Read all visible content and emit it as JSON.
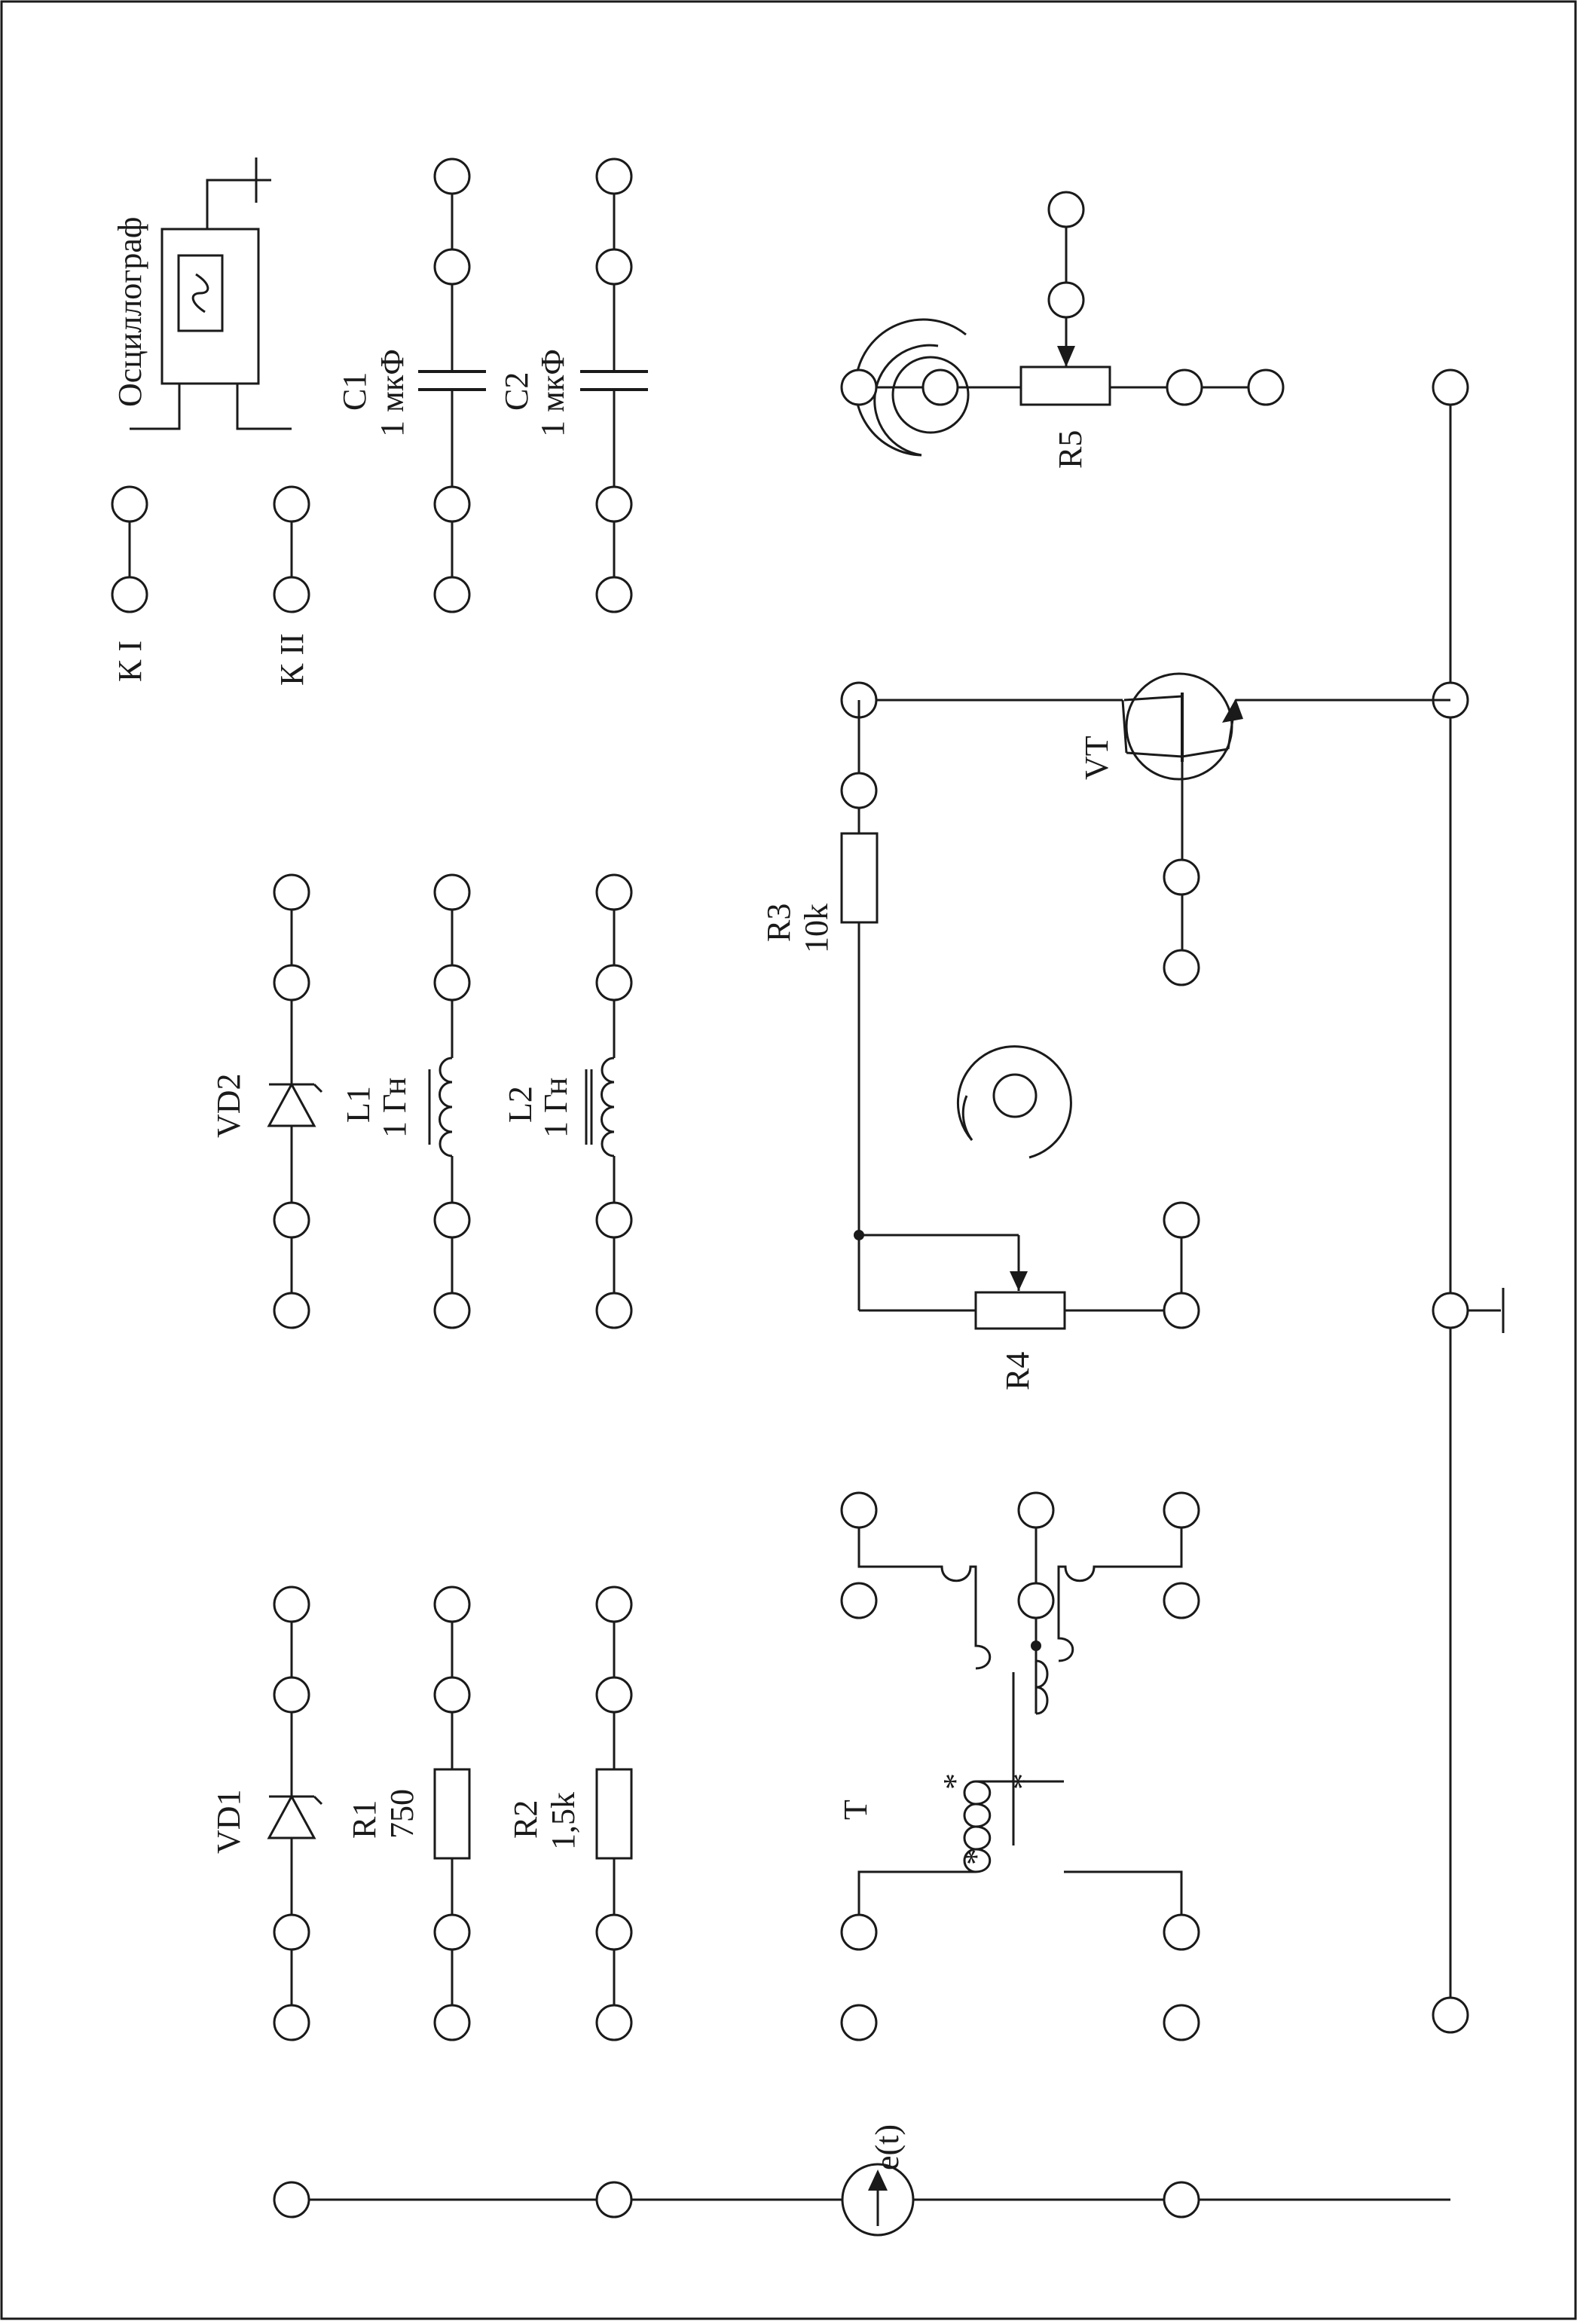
{
  "components": {
    "oscilloscope": {
      "name": "Осциллограф",
      "symbol": "~",
      "ch1": "К I",
      "ch2": "К II"
    },
    "c1": {
      "name": "C1",
      "value": "1 мкФ"
    },
    "c2": {
      "name": "C2",
      "value": "1 мкФ"
    },
    "vd1": {
      "name": "VD1"
    },
    "vd2": {
      "name": "VD2"
    },
    "l1": {
      "name": "L1",
      "value": "1 Гн"
    },
    "l2": {
      "name": "L2",
      "value": "1 Гн"
    },
    "r1": {
      "name": "R1",
      "value": "750"
    },
    "r2": {
      "name": "R2",
      "value": "1,5k"
    },
    "r3": {
      "name": "R3",
      "value": "10k"
    },
    "r4": {
      "name": "R4"
    },
    "r5": {
      "name": "R5"
    },
    "vt": {
      "name": "VT"
    },
    "t": {
      "name": "T",
      "dot_marks": [
        "*",
        "*",
        "*"
      ]
    },
    "source": {
      "name": "e(t)"
    }
  }
}
